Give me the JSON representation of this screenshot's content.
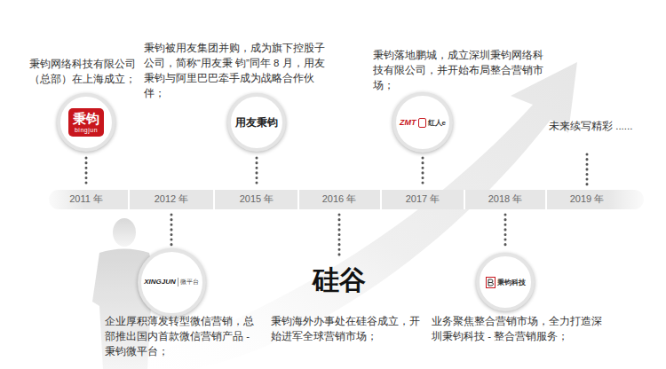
{
  "diagram": {
    "nodes": [
      {
        "text": [
          "秉钧",
          "bingjun"
        ]
      },
      {
        "text": [
          "XINGJUN",
          "微平台"
        ]
      },
      {
        "text": [
          "用友秉钧"
        ]
      },
      {
        "text": [
          "ZMT",
          "红人e"
        ]
      },
      {
        "text": [
          "秉钧科技"
        ]
      }
    ],
    "labels": [
      "秉钧网络科技有限公司（总部）在上海成立；",
      "秉钧被用友集团并购，成为旗下控股子公司，简称“用友秉 钧”同年 8 月，用友秉钧与阿里巴巴牵手成为战略合作伙伴；",
      "秉钧落地鹏城，成立深圳秉钧网络科技有限公司，并开始布局整合营销市场；",
      "未来续写精彩 ......",
      "2011 年",
      "2012 年",
      "2015 年",
      "2016 年",
      "2017 年",
      "2018 年",
      "2019 年",
      "企业厚积薄发转型微信营销，总部推出国内首款微信营销产品 - 秉钧微平台；",
      "硅谷",
      "秉钧海外办事处在硅谷成立，开始进军全球营销市场；",
      "业务聚焦整合营销市场，全力打造深圳秉钧科技 - 整合营销服务；"
    ]
  }
}
